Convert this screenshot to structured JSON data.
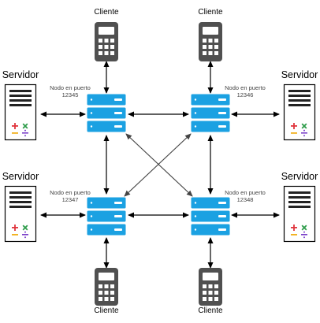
{
  "clients": [
    {
      "label": "Cliente"
    },
    {
      "label": "Cliente"
    },
    {
      "label": "Cliente"
    },
    {
      "label": "Cliente"
    }
  ],
  "servers": [
    {
      "label": "Servidor"
    },
    {
      "label": "Servidor"
    },
    {
      "label": "Servidor"
    },
    {
      "label": "Servidor"
    }
  ],
  "nodes": [
    {
      "caption": "Nodo en puerto",
      "port": "12345"
    },
    {
      "caption": "Nodo en puerto",
      "port": "12346"
    },
    {
      "caption": "Nodo en puerto",
      "port": "12347"
    },
    {
      "caption": "Nodo en puerto",
      "port": "12348"
    }
  ],
  "colors": {
    "node": "#1ba1e2",
    "node_stroke": "#0e7fb8",
    "device": "#505050",
    "server_frame": "#000000",
    "plus": "#e0353d",
    "times": "#2e9c4a",
    "minus": "#f2b01e",
    "divide": "#7a3fc9",
    "edge": "#000000",
    "edge_diagonal": "#444444"
  },
  "icons": {
    "client": "calculator-icon",
    "server": "server-icon",
    "node": "network-node-icon"
  }
}
